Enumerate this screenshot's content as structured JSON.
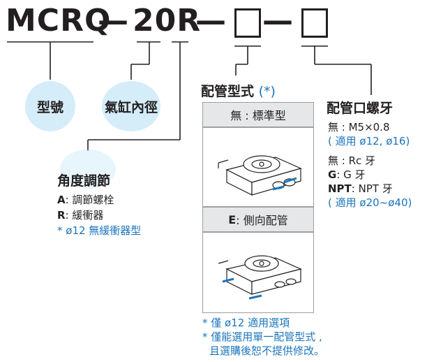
{
  "model": {
    "prefix": "MCRQ",
    "dash1": "—",
    "size": "20R",
    "dash2": "—",
    "dash3": "—"
  },
  "labels": {
    "model_no": "型號",
    "bore": "氣缸內徑",
    "angle": {
      "title": "角度調節",
      "a_code": "A",
      "a_text": ": 調節螺栓",
      "r_code": "R",
      "r_text": ": 緩衝器",
      "note": "* ø12 無緩衝器型"
    },
    "piping_style": {
      "title": "配管型式",
      "title_mark": "(*)",
      "std_label": "無 : 標準型",
      "side_code": "E",
      "side_text": ": 側向配管",
      "note1": "* 僅 ø12 適用選項",
      "note2a": "* 僅能選用單一配管型式 ,",
      "note2b": "且選購後恕不提供修改。"
    },
    "port_thread": {
      "title": "配管口螺牙",
      "l1": "無 : M5×0.8",
      "l2": "( 適用 ø12, ø16)",
      "l3": "無 : Rc 牙",
      "l4_code": "G",
      "l4_text": ": G 牙",
      "l5_code": "NPT",
      "l5_text": ": NPT 牙",
      "l6": "( 適用 ø20~ø40)"
    }
  },
  "colors": {
    "circle_fill": "#d4edf9",
    "accent_blue": "#1c75bc",
    "panel_gray": "#e6e7e8"
  }
}
